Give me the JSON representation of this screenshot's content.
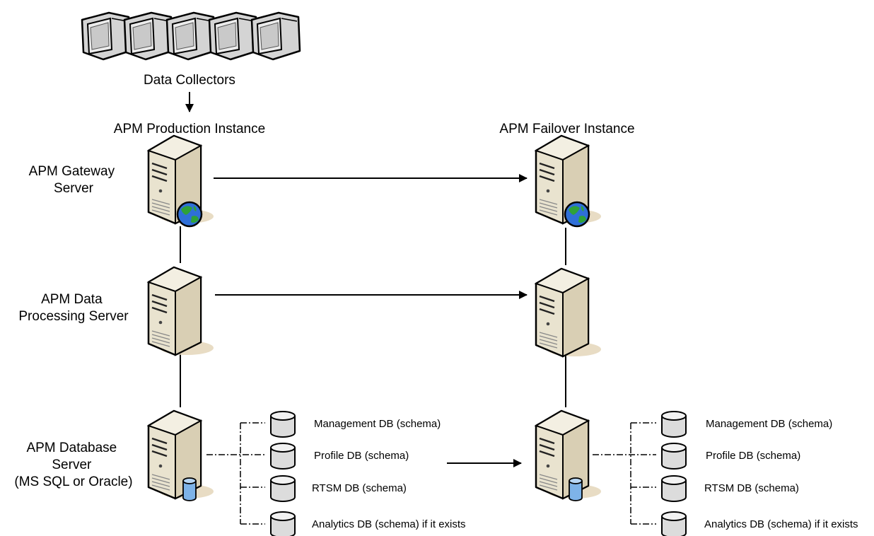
{
  "collectors_label": "Data Collectors",
  "instances": {
    "production_title": "APM Production Instance",
    "failover_title": "APM Failover Instance"
  },
  "server_labels": {
    "gateway": [
      "APM Gateway",
      "Server"
    ],
    "data_processing": [
      "APM Data",
      "Processing Server"
    ],
    "database": [
      "APM Database",
      "Server",
      "(MS SQL or Oracle)"
    ]
  },
  "databases": [
    "Management DB (schema)",
    "Profile DB (schema)",
    "RTSM DB (schema)",
    "Analytics DB (schema) if it exists"
  ],
  "icons": {
    "monitor": "monitor-icon",
    "tower": "server-tower-icon",
    "globe": "globe-icon",
    "database": "database-cylinder-icon"
  },
  "colors": {
    "server_body": "#e9e3cf",
    "server_shadow": "#d8c9a9",
    "monitor_frame": "#e6e6e6",
    "globe": "#2f6fd8",
    "db_blue": "#7eb3e8",
    "line": "#000000"
  }
}
